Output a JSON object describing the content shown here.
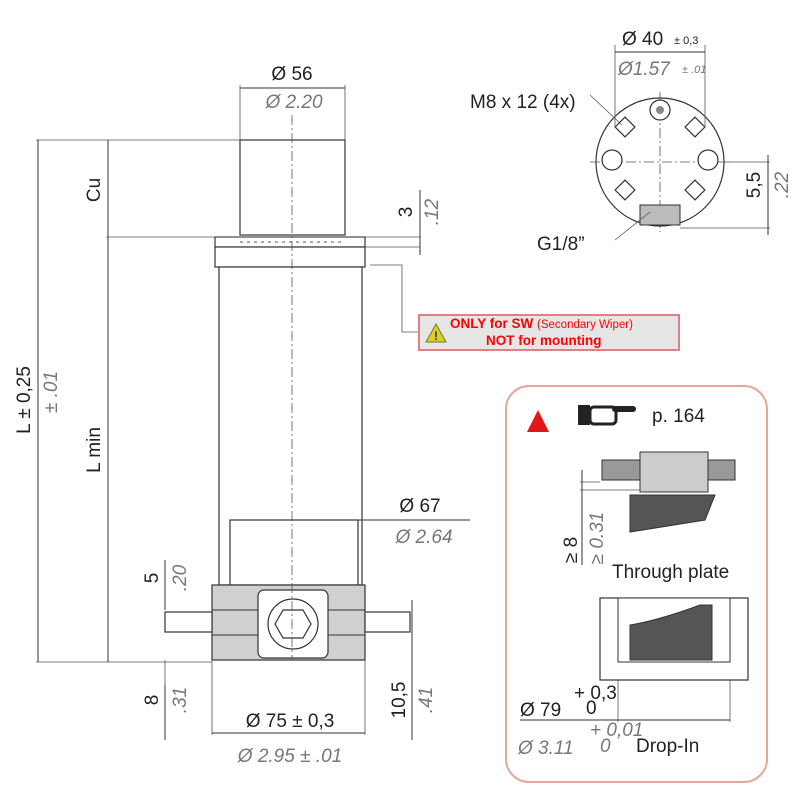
{
  "dimensions": {
    "cap_dia_mm": "Ø 56",
    "cap_dia_in": "Ø 2.20",
    "cu": "Cu",
    "flange_mm": "3",
    "flange_in": ".12",
    "length_mm": "L ± 0,25",
    "length_in": "± .01",
    "length_min": "L min",
    "body_dia_mm": "Ø 67",
    "body_dia_in": "Ø 2.64",
    "rod_mm": "5",
    "rod_in": ".20",
    "base_mm": "8",
    "base_in": ".31",
    "base_right_mm": "10,5",
    "base_right_in": ".41",
    "base_dia_mm": "Ø 75 ± 0,3",
    "base_dia_in": "Ø 2.95 ± .01"
  },
  "top_view": {
    "bolt_circle_mm": "Ø 40",
    "bolt_circle_mm_tol": "± 0,3",
    "bolt_circle_in": "Ø1.57",
    "bolt_circle_in_tol": "± .01",
    "thread": "M8 x 12 (4x)",
    "port": "G1/8”",
    "offset_mm": "5,5",
    "offset_in": ".22"
  },
  "warning": {
    "line1": "ONLY for SW",
    "line1_note": "(Secondary Wiper)",
    "line2": "NOT for mounting"
  },
  "mounting_panel": {
    "page_ref": "p. 164",
    "depth_mm": "≥ 8",
    "depth_in": "≥ 0.31",
    "through_plate": "Through plate",
    "bore_mm": "Ø 79",
    "bore_mm_tol_upper": "+ 0,3",
    "bore_mm_tol_lower": "0",
    "bore_in": "Ø 3.11",
    "bore_in_tol_upper": "+ 0,01",
    "bore_in_tol_lower": "0",
    "drop_in": "Drop-In"
  }
}
